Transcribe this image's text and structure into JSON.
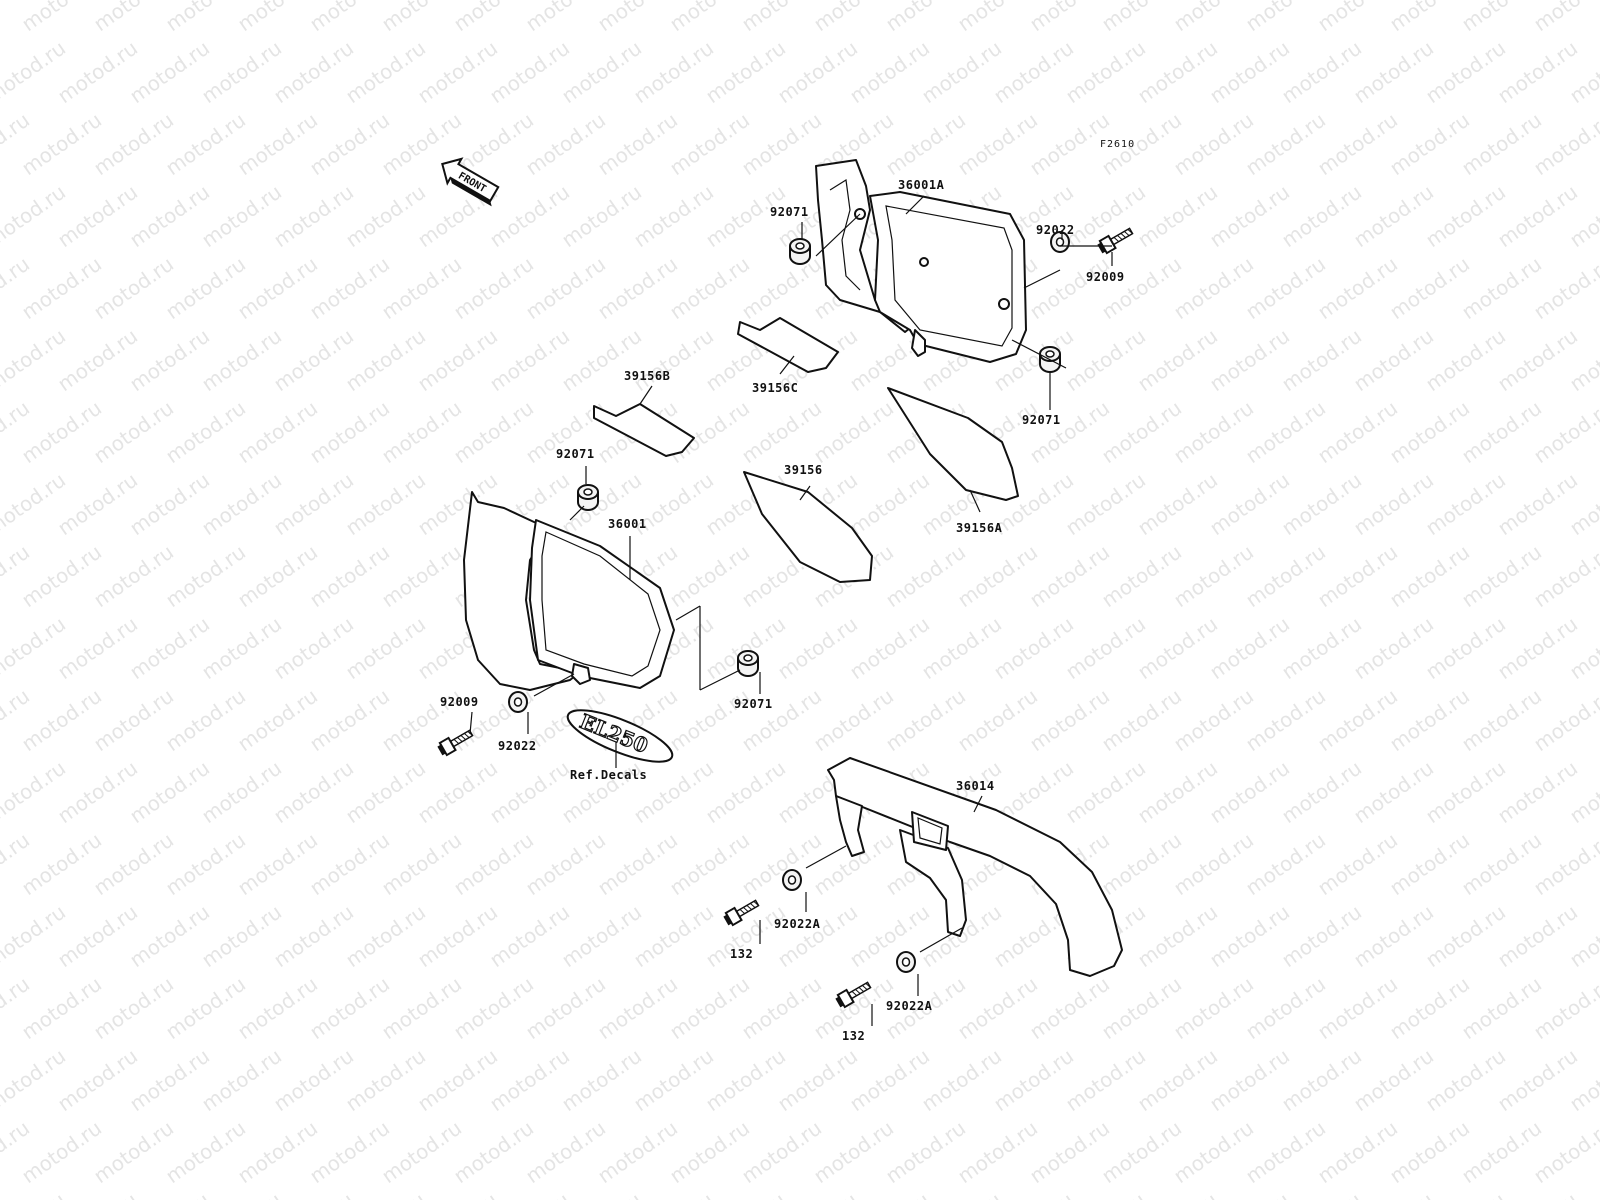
{
  "diagram": {
    "figure_code": "F2610",
    "front_label": "FRONT",
    "watermark": "motod.ru",
    "decal_text": "EL250",
    "labels": {
      "p36001A": "36001A",
      "p92071_top": "92071",
      "p92022_top": "92022",
      "p92009_top": "92009",
      "p92071_right": "92071",
      "p39156C": "39156C",
      "p39156B": "39156B",
      "p92071_left": "92071",
      "p39156": "39156",
      "p39156A": "39156A",
      "p36001": "36001",
      "p92009_left": "92009",
      "p92022_left": "92022",
      "p92071_mid": "92071",
      "ref_decals": "Ref.Decals",
      "p36014": "36014",
      "p132_a": "132",
      "p92022A_a": "92022A",
      "p132_b": "132",
      "p92022A_b": "92022A"
    }
  }
}
